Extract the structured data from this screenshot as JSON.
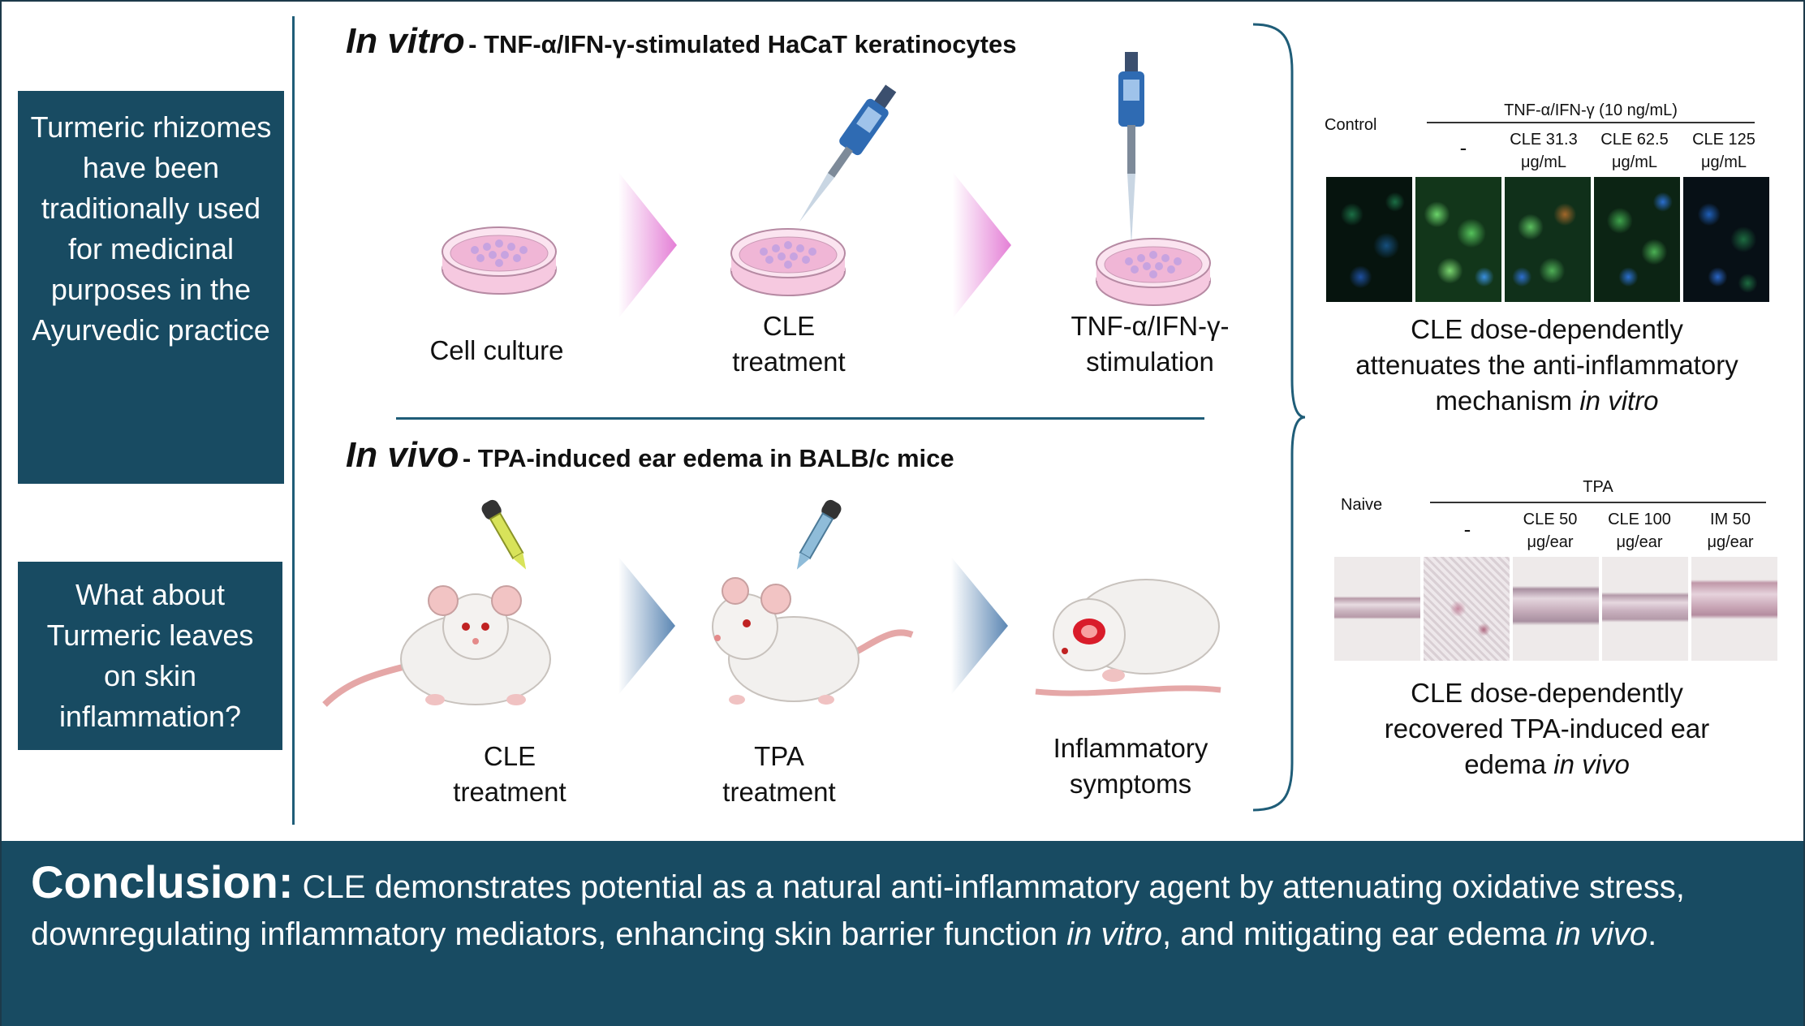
{
  "left_panel": {
    "intro_text": "Turmeric rhizomes have been traditionally used for medicinal purposes in the Ayurvedic practice",
    "question_text": "What about Turmeric leaves on skin inflammation?"
  },
  "in_vitro": {
    "title": "In vitro",
    "subtitle": "- TNF-α/IFN-γ-stimulated HaCaT keratinocytes",
    "steps": [
      {
        "label": "Cell culture"
      },
      {
        "label_line1": "CLE",
        "label_line2": "treatment"
      },
      {
        "label_line1": "TNF-α/IFN-γ-",
        "label_line2": "stimulation"
      }
    ],
    "figure": {
      "control_label": "Control",
      "group_label": "TNF-α/IFN-γ (10 ng/mL)",
      "columns": [
        {
          "line1": "-",
          "line2": ""
        },
        {
          "line1": "CLE 31.3",
          "line2": "μg/mL"
        },
        {
          "line1": "CLE 62.5",
          "line2": "μg/mL"
        },
        {
          "line1": "CLE 125",
          "line2": "μg/mL"
        }
      ]
    },
    "result_line1": "CLE dose-dependently",
    "result_line2": "attenuates the anti-inflammatory",
    "result_line3": "mechanism",
    "result_italic": "in vitro"
  },
  "in_vivo": {
    "title": "In vivo",
    "subtitle": "- TPA-induced ear edema in BALB/c mice",
    "steps": [
      {
        "label_line1": "CLE",
        "label_line2": "treatment"
      },
      {
        "label_line1": "TPA",
        "label_line2": "treatment"
      },
      {
        "label_line1": "Inflammatory",
        "label_line2": "symptoms"
      }
    ],
    "figure": {
      "control_label": "Naive",
      "group_label": "TPA",
      "columns": [
        {
          "line1": "-",
          "line2": ""
        },
        {
          "line1": "CLE 50",
          "line2": "μg/ear"
        },
        {
          "line1": "CLE 100",
          "line2": "μg/ear"
        },
        {
          "line1": "IM 50",
          "line2": "μg/ear"
        }
      ]
    },
    "result_line1": "CLE dose-dependently",
    "result_line2": "recovered TPA-induced ear",
    "result_line3": "edema",
    "result_italic": "in vivo"
  },
  "conclusion": {
    "title": "Conclusion:",
    "text_a": "CLE demonstrates potential as a natural anti-inflammatory agent by attenuating oxidative stress, downregulating inflammatory mediators, enhancing skin barrier function ",
    "italic_a": "in vitro",
    "text_b": ", and mitigating ear edema ",
    "italic_b": "in vivo",
    "text_c": "."
  },
  "colors": {
    "dark_teal": "#184b62",
    "divider": "#1f5d78",
    "pink_arrow": "#e47fd6",
    "blue_arrow": "#5b86b3"
  }
}
